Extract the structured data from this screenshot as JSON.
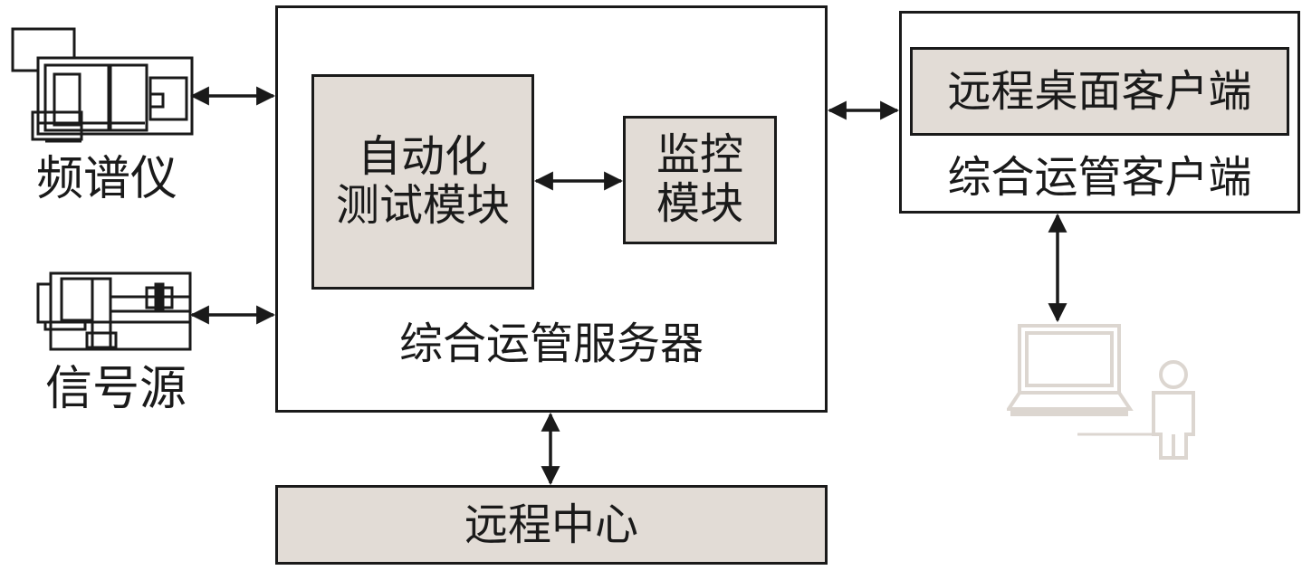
{
  "server": {
    "title": "综合运管服务器",
    "auto_module": {
      "line1": "自动化",
      "line2": "测试模块"
    },
    "monitor_module": {
      "line1": "监控",
      "line2": "模块"
    }
  },
  "client": {
    "remote_desktop": "远程桌面客户端",
    "title": "综合运管客户端"
  },
  "remote_center": "远程中心",
  "devices": {
    "spectrum_analyzer": "频谱仪",
    "signal_source": "信号源"
  },
  "icons": {
    "spectrum_analyzer": "spectrum-analyzer-icon",
    "signal_source": "signal-generator-icon",
    "computer": "laptop-icon",
    "user": "user-icon"
  },
  "colors": {
    "module_fill": "#e2dcd6",
    "line": "#1a1a1a",
    "user_icon": "#dcd6d0"
  }
}
